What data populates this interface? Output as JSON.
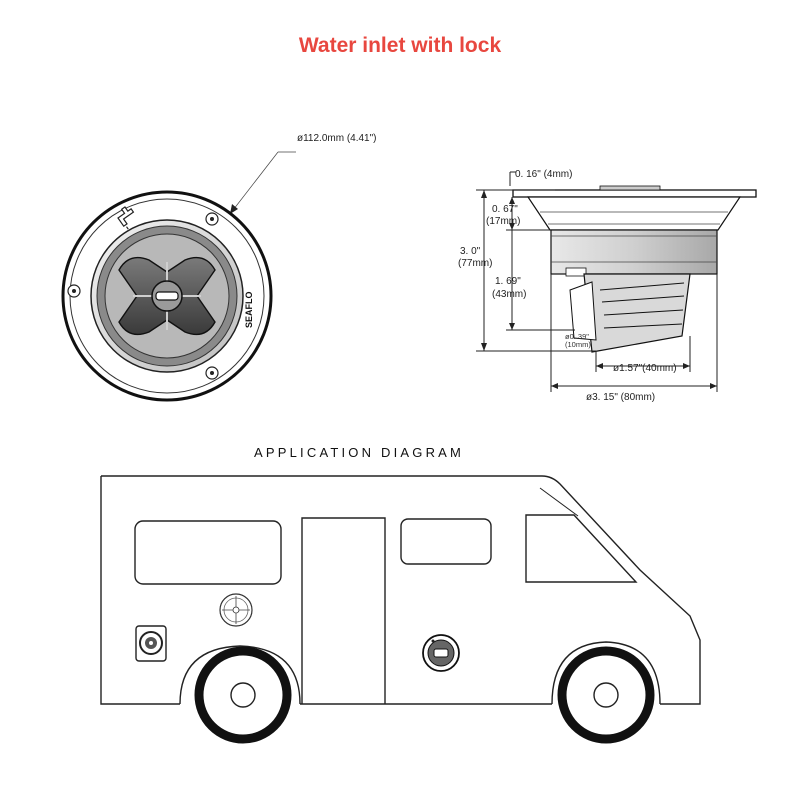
{
  "title": "Water inlet with lock",
  "front_view": {
    "diameter_label": "ø112.0mm (4.41\")",
    "brand": "SEAFLO"
  },
  "side_view": {
    "flange_thickness": "0. 16\" (4mm)",
    "upper_depth_in": "0. 67\"",
    "upper_depth_mm": "(17mm)",
    "total_depth_in": "3. 0\"",
    "total_depth_mm": "(77mm)",
    "lower_depth_in": "1. 69\"",
    "lower_depth_mm": "(43mm)",
    "nozzle_small_in": "ø0. 39\"",
    "nozzle_small_mm": "(10mm)",
    "nozzle_dia": "ø1.57\"(40mm)",
    "body_dia": "ø3. 15\" (80mm)"
  },
  "application": {
    "heading": "APPLICATION DIAGRAM"
  },
  "colors": {
    "title": "#e8473f",
    "line": "#222222",
    "body_shade": "#d9d9d9"
  }
}
